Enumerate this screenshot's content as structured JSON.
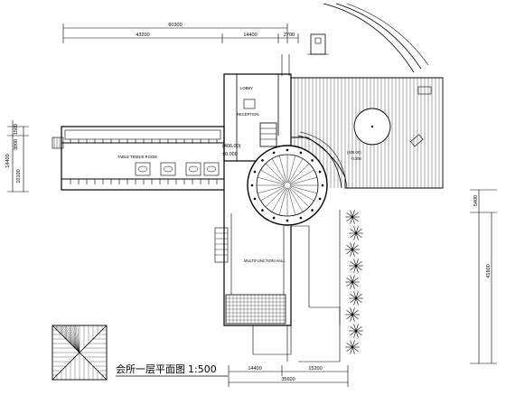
{
  "drawing": {
    "title": "会所一层平面图",
    "scale": "1:500"
  },
  "dimensions": {
    "top_total": "60300",
    "top_left": "43200",
    "top_mid": "14400",
    "top_right": "2700",
    "left_a": "1500",
    "left_b": "3900",
    "left_c": "14400",
    "left_d": "10100",
    "right_a": "5400",
    "right_b": "41600",
    "bottom_a": "14400",
    "bottom_b": "15200",
    "bottom_total": "35600"
  },
  "levels": {
    "lobby_level": "(406.00)",
    "lobby_zero": "±0.000",
    "terrace_level": "(406.00)",
    "terrace_rel": "-0.200"
  },
  "rooms": {
    "west_wing": "TABLE TENNIS ROOM",
    "south_wing": "MULTIFUNCTION HALL",
    "north_wing": "LOBBY",
    "reception": "RECEPTION"
  }
}
